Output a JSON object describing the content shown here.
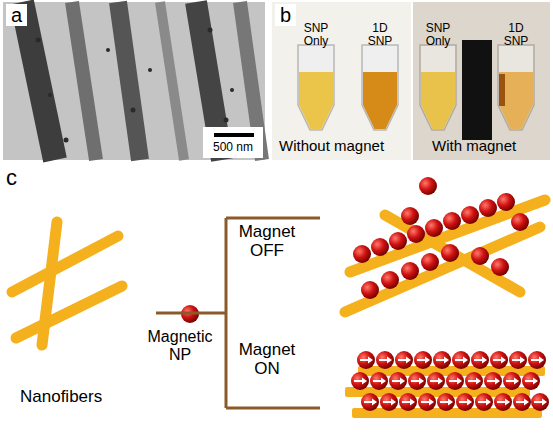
{
  "diagram": {
    "labels": [
      "a",
      "500 nm",
      "b",
      "SNP Only",
      "1D SNP",
      "Without magnet",
      "SNP Only",
      "1D SNP",
      "With magnet",
      "c",
      "Magnet OFF",
      "Magnetic NP",
      "Magnet ON",
      "Nanofibers"
    ]
  }
}
